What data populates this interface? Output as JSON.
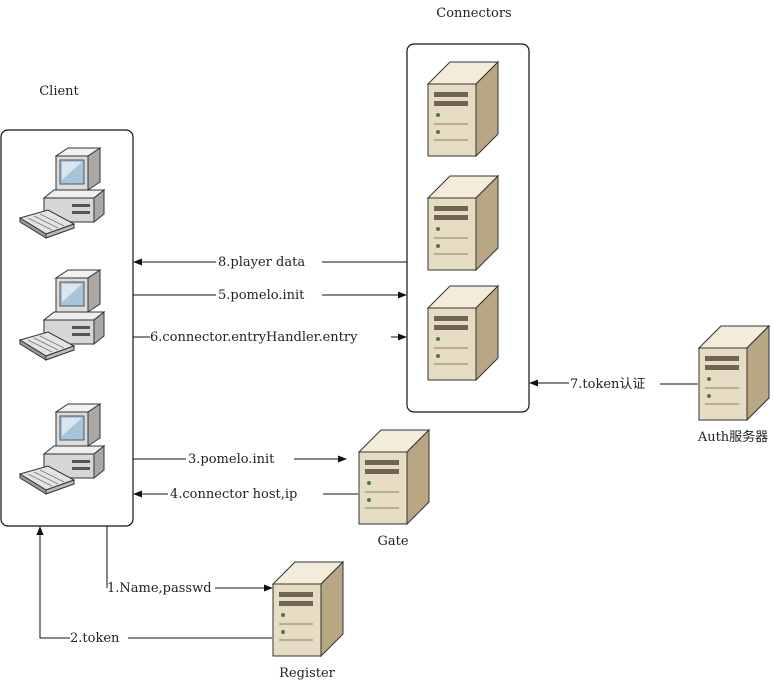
{
  "nodes": {
    "connectors": {
      "label": "Connectors"
    },
    "client": {
      "label": "Client"
    },
    "gate": {
      "label": "Gate"
    },
    "register": {
      "label": "Register"
    },
    "auth": {
      "label": "Auth服务器"
    }
  },
  "edges": [
    {
      "id": "e1",
      "label": "1.Name,passwd"
    },
    {
      "id": "e2",
      "label": "2.token"
    },
    {
      "id": "e3",
      "label": "3.pomelo.init"
    },
    {
      "id": "e4",
      "label": "4.connector host,ip"
    },
    {
      "id": "e5",
      "label": "5.pomelo.init"
    },
    {
      "id": "e6",
      "label": "6.connector.entryHandler.entry"
    },
    {
      "id": "e7",
      "label": "7.token认证"
    },
    {
      "id": "e8",
      "label": "8.player data"
    }
  ],
  "icons": {
    "computer": "desktop-computer-icon",
    "server": "tower-server-icon"
  },
  "colors": {
    "server_front": "#e6dcc3",
    "server_side": "#b9a784",
    "server_top": "#f3ecdb",
    "monitor_case": "#dcdcdc",
    "monitor_screen": "#a9c4d9",
    "stroke": "#111111"
  }
}
